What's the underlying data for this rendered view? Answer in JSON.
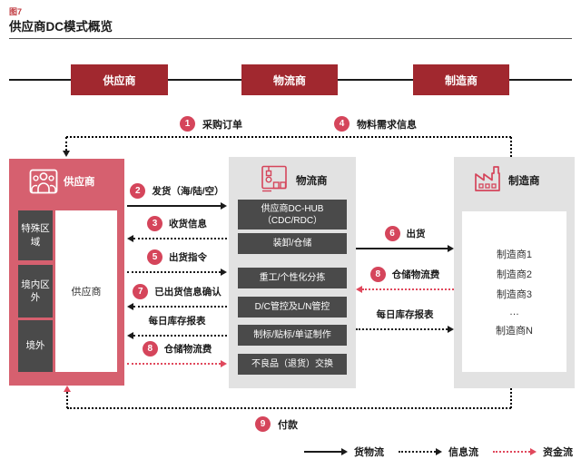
{
  "figure": {
    "tag": "图7",
    "title": "供应商DC模式概览"
  },
  "lanes": [
    {
      "label": "供应商"
    },
    {
      "label": "物流商"
    },
    {
      "label": "制造商"
    }
  ],
  "supplier": {
    "header": "供应商",
    "zones": [
      {
        "label": "特殊区域"
      },
      {
        "label": "境内区外"
      },
      {
        "label": "境外"
      }
    ],
    "inner_label": "供应商"
  },
  "logistics": {
    "header": "物流商",
    "services": [
      {
        "label": "供应商DC-HUB（CDC/RDC）"
      },
      {
        "label": "装卸/仓储"
      },
      {
        "label": "重工/个性化分拣"
      },
      {
        "label": "D/C管控及L/N管控"
      },
      {
        "label": "制标/贴标/单证制作"
      },
      {
        "label": "不良品（退货）交换"
      }
    ]
  },
  "manufacturer": {
    "header": "制造商",
    "items": [
      {
        "label": "制造商1"
      },
      {
        "label": "制造商2"
      },
      {
        "label": "制造商3"
      },
      {
        "label": "…"
      },
      {
        "label": "制造商N"
      }
    ]
  },
  "flows": {
    "top": [
      {
        "num": "1",
        "label": "采购订单",
        "type": "info"
      },
      {
        "num": "4",
        "label": "物料需求信息",
        "type": "info"
      }
    ],
    "supplier_logistics": [
      {
        "num": "2",
        "label": "发货（海/陆/空）",
        "type": "goods",
        "direction": "right"
      },
      {
        "num": "3",
        "label": "收货信息",
        "type": "info",
        "direction": "left"
      },
      {
        "num": "5",
        "label": "出货指令",
        "type": "info",
        "direction": "right"
      },
      {
        "num": "7",
        "label": "已出货信息确认",
        "type": "info",
        "direction": "left"
      },
      {
        "num": "",
        "label": "每日库存报表",
        "type": "info",
        "direction": "left"
      },
      {
        "num": "8",
        "label": "仓储物流费",
        "type": "money",
        "direction": "right"
      }
    ],
    "logistics_manufacturer": [
      {
        "num": "6",
        "label": "出货",
        "type": "goods",
        "direction": "right"
      },
      {
        "num": "8",
        "label": "仓储物流费",
        "type": "money",
        "direction": "left"
      },
      {
        "num": "",
        "label": "每日库存报表",
        "type": "info",
        "direction": "right"
      }
    ],
    "payment": {
      "num": "9",
      "label": "付款",
      "type": "money"
    }
  },
  "legend": [
    {
      "label": "货物流",
      "type": "goods"
    },
    {
      "label": "信息流",
      "type": "info"
    },
    {
      "label": "资金流",
      "type": "money"
    }
  ],
  "colors": {
    "lane_red": "#a1282f",
    "supplier_pink": "#d6606f",
    "badge_crimson": "#d5455b",
    "dark_box": "#4a4a4a",
    "panel_gray": "#e2e2e2",
    "money_red": "#e0485c",
    "title_red": "#c0393f"
  }
}
